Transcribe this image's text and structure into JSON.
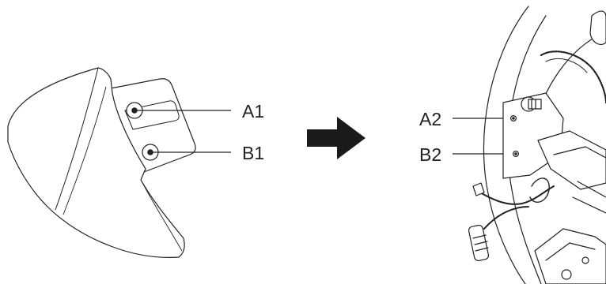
{
  "labels": {
    "a1": "A1",
    "b1": "B1",
    "a2": "A2",
    "b2": "B2"
  },
  "colors": {
    "stroke": "#222222",
    "arrow": "#1a1a1a",
    "background": "#ffffff"
  },
  "icons": {
    "arrow": "right-arrow-icon"
  }
}
